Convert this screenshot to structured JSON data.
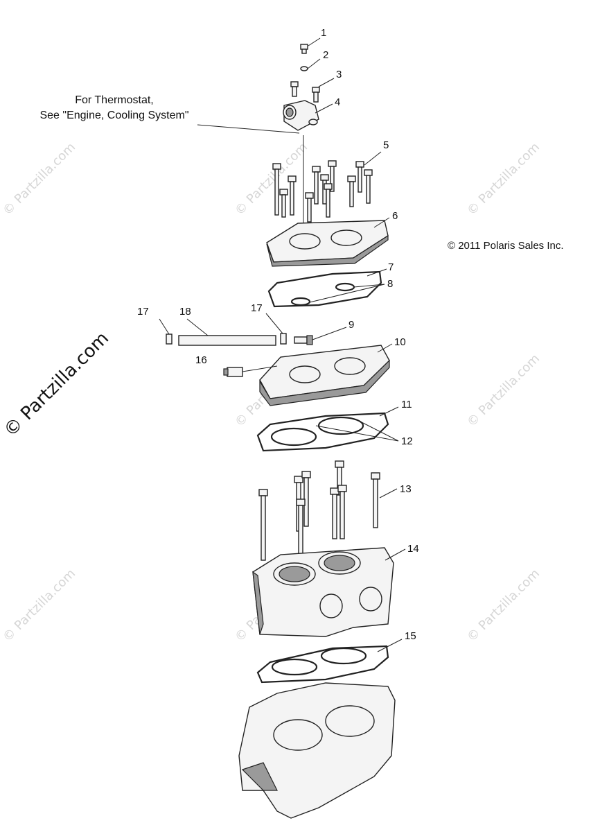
{
  "watermark": {
    "text": "© Partzilla.com",
    "big_text": "© Partzilla.com"
  },
  "note": {
    "line1": "For Thermostat,",
    "line2": "See \"Engine, Cooling System\""
  },
  "copyright": "© 2011 Polaris Sales Inc.",
  "callouts": [
    "1",
    "2",
    "3",
    "4",
    "5",
    "6",
    "7",
    "8",
    "9",
    "10",
    "11",
    "12",
    "13",
    "14",
    "15",
    "16",
    "17",
    "17",
    "18"
  ]
}
